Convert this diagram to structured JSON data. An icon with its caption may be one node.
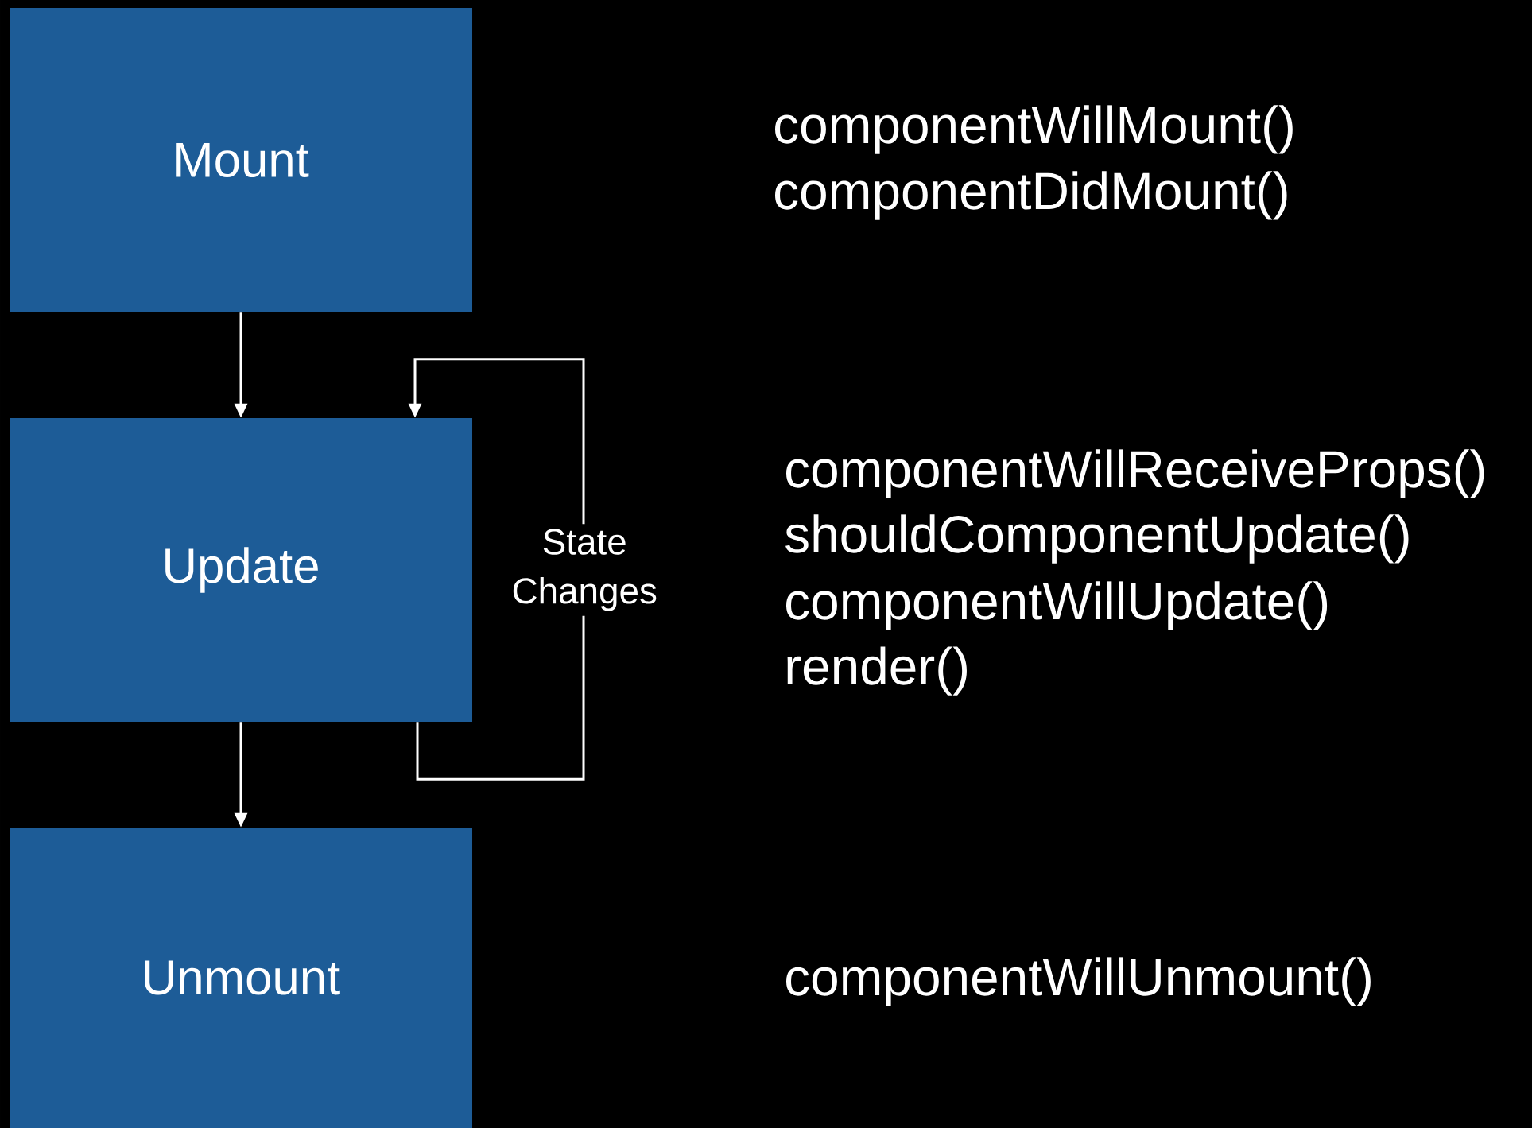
{
  "diagram": {
    "nodes": [
      {
        "text": [
          "Mount"
        ]
      },
      {
        "text": [
          "Update"
        ]
      },
      {
        "text": [
          "Unmount"
        ]
      }
    ],
    "edges": [
      {
        "from": 0,
        "to": 1,
        "arrow": "to"
      },
      {
        "from": 1,
        "to": 1,
        "arrow": "to",
        "label": "State Changes"
      },
      {
        "from": 1,
        "to": 2,
        "arrow": "to"
      }
    ],
    "labels": [
      "componentWillMount()",
      "componentDidMount()",
      "componentWillReceiveProps()",
      "shouldComponentUpdate()",
      "componentWillUpdate()",
      "render()",
      "componentWillUnmount()"
    ]
  }
}
